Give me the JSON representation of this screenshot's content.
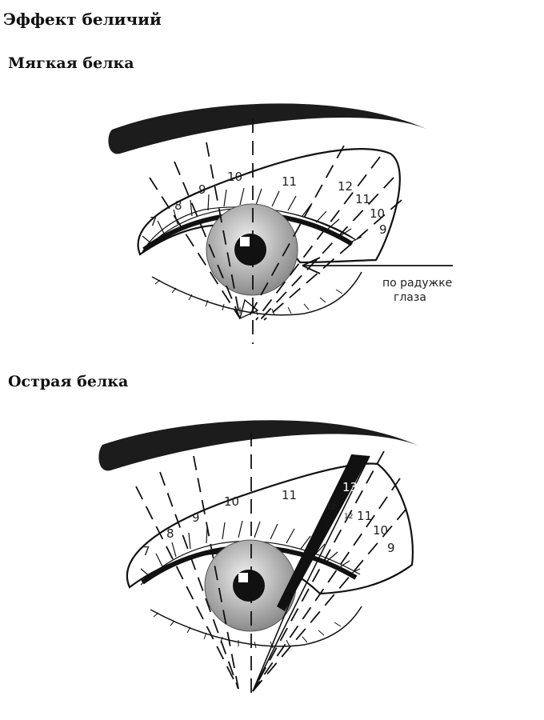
{
  "page": {
    "title": "Эффект беличий"
  },
  "soft": {
    "title": "Мягкая белка",
    "zones": [
      "7",
      "8",
      "9",
      "10",
      "11",
      "12",
      "11",
      "10",
      "9"
    ],
    "note_line1": "по радужке",
    "note_line2": "глаза"
  },
  "sharp": {
    "title": "Острая белка",
    "zones": [
      "7",
      "8",
      "9",
      "10",
      "11",
      "12",
      "13",
      "12",
      "11",
      "10",
      "9"
    ]
  },
  "colors": {
    "ink": "#111111",
    "iris_light": "#e6e6e6",
    "iris_dark": "#8a8a8a"
  }
}
